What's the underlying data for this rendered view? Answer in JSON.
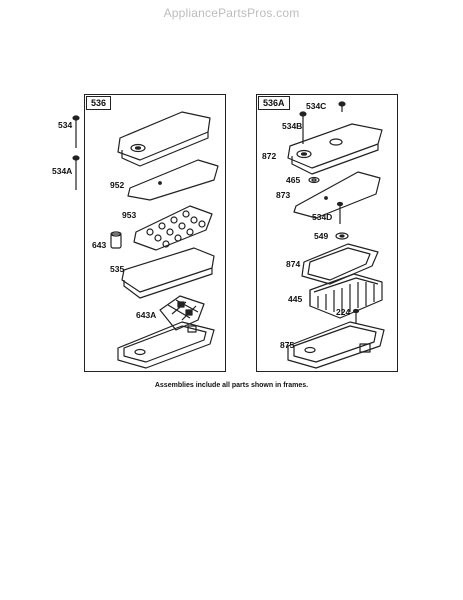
{
  "watermark": "AppliancePartsPros.com",
  "frames": {
    "left": {
      "label": "536"
    },
    "right": {
      "label": "536A"
    }
  },
  "left_outside_labels": [
    "534",
    "534A"
  ],
  "left_labels": [
    "952",
    "953",
    "643",
    "535",
    "643A"
  ],
  "right_labels": [
    "534C",
    "534B",
    "872",
    "465",
    "873",
    "534D",
    "549",
    "874",
    "445",
    "224",
    "875"
  ],
  "caption": "Assemblies include all parts shown in frames."
}
